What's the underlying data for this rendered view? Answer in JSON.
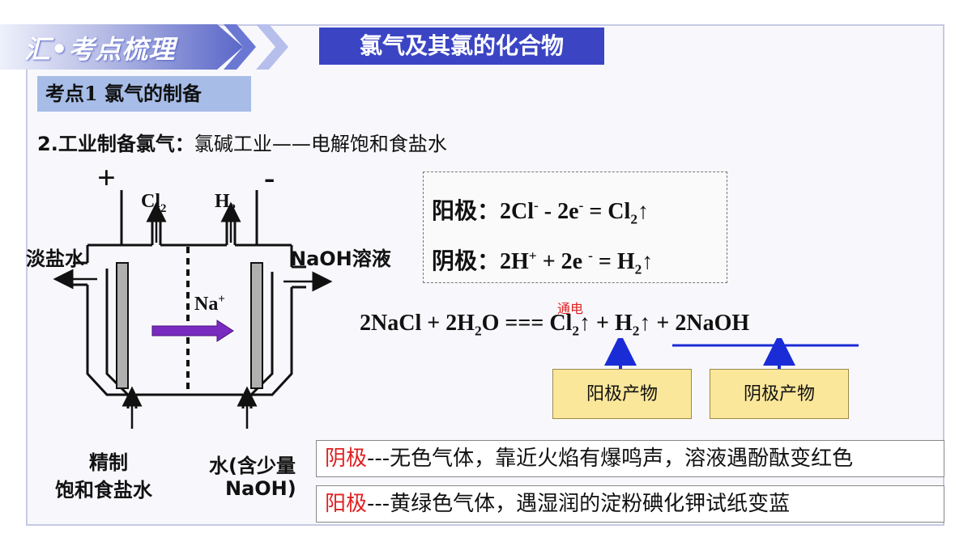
{
  "header": {
    "title": "汇•考点梳理",
    "topic": "氯气及其氯的化合物"
  },
  "section": {
    "title": "考点1 氯气的制备"
  },
  "subtitle": {
    "lead": "2.工业制备氯气：",
    "text": "氯碱工业——电解饱和食盐水"
  },
  "diagram": {
    "plus": "+",
    "minus": "-",
    "cl": "Cl",
    "cl_sub": "2",
    "h": "H",
    "h_sub": "2",
    "na": "Na",
    "na_sup": "+",
    "left_outlet": "淡盐水",
    "right_outlet": "NaOH溶液",
    "left_inlet_1": "精制",
    "left_inlet_2": "饱和食盐水",
    "right_inlet_1": "水(含少量",
    "right_inlet_2": "NaOH)"
  },
  "equations": {
    "anode_label": "阳极：",
    "anode_a": "2Cl",
    "anode_sup1": "-",
    "anode_b": " - 2e",
    "anode_sup2": "-",
    "anode_c": " = Cl",
    "anode_sub": "2",
    "anode_arrow": "↑",
    "cathode_label": "阴极：",
    "cathode_a": "2H",
    "cathode_sup1": "+",
    "cathode_b": " + 2e ",
    "cathode_sup2": "-",
    "cathode_c": " = H",
    "cathode_sub": "2",
    "cathode_arrow": "↑"
  },
  "overall": {
    "condition": "通电",
    "p1": "2NaCl +  2H",
    "p1_sub": "2",
    "p2": "O === ",
    "p3": " Cl",
    "p3_sub": "2",
    "p4": "↑ + H",
    "p4_sub": "2",
    "p5": "↑ + 2NaOH"
  },
  "products": {
    "anode": "阳极产物",
    "cathode": "阴极产物"
  },
  "notes": [
    {
      "label": "阴极",
      "text": "---无色气体，靠近火焰有爆鸣声，溶液遇酚酞变红色"
    },
    {
      "label": "阳极",
      "text": "---黄绿色气体，遇湿润的淀粉碘化钾试纸变蓝"
    }
  ],
  "colors": {
    "accent": "#3b45c4",
    "arrow_blue": "#1a2cd6",
    "na_arrow": "#7a2bbf",
    "product_fill": "#fbe79a",
    "highlight_red": "#e02020"
  }
}
